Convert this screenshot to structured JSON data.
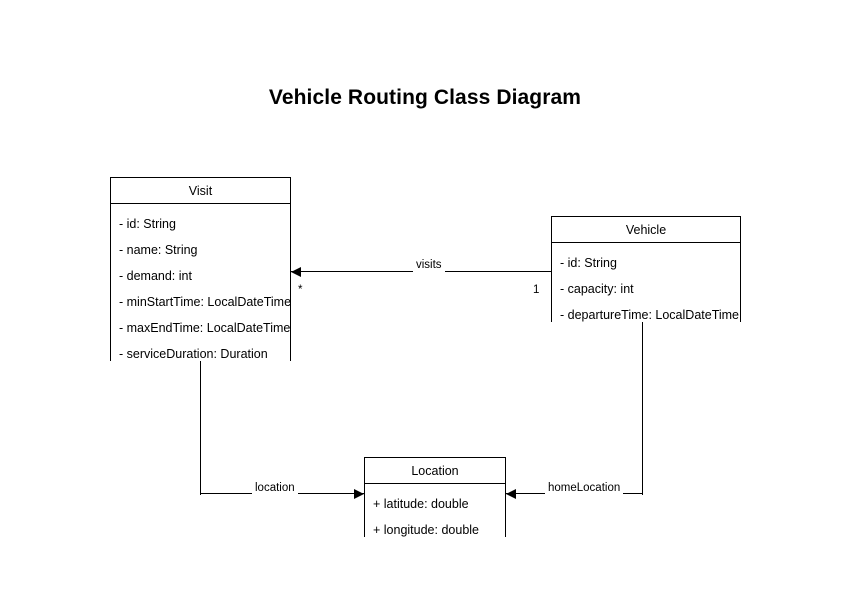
{
  "title": "Vehicle Routing Class Diagram",
  "classes": [
    {
      "name": "Visit",
      "attributes": [
        "- id: String",
        "- name: String",
        "- demand: int",
        "- minStartTime: LocalDateTime",
        "- maxEndTime: LocalDateTime",
        "- serviceDuration: Duration"
      ]
    },
    {
      "name": "Vehicle",
      "attributes": [
        "- id: String",
        "- capacity: int",
        "- departureTime: LocalDateTime"
      ]
    },
    {
      "name": "Location",
      "attributes": [
        "+ latitude: double",
        "+ longitude: double"
      ]
    }
  ],
  "relationships": [
    {
      "label": "visits",
      "from": "Vehicle",
      "to": "Visit",
      "source_multiplicity": "1",
      "target_multiplicity": "*",
      "arrow": "left"
    },
    {
      "label": "location",
      "from": "Visit",
      "to": "Location",
      "source_multiplicity": "",
      "target_multiplicity": "",
      "arrow": "right"
    },
    {
      "label": "homeLocation",
      "from": "Vehicle",
      "to": "Location",
      "source_multiplicity": "",
      "target_multiplicity": "",
      "arrow": "left"
    }
  ],
  "colors": {
    "background": "#ffffff",
    "stroke": "#000000",
    "text": "#000000"
  }
}
